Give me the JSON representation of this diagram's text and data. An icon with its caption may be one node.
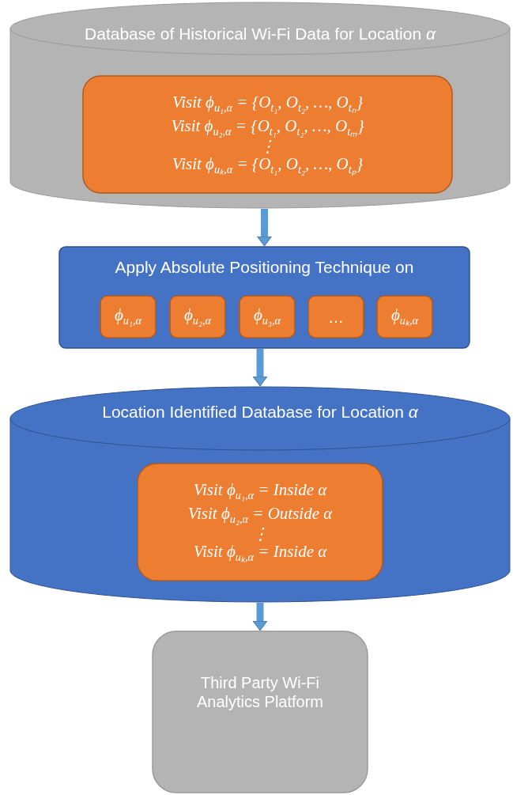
{
  "diagram": {
    "nodes": [
      {
        "text": [
          "Database of Historical Wi-Fi Data for Location *α*"
        ]
      },
      {
        "text": [
          "Visit ϕ$_{u₁,α}$ = {O$_{t₁}$, O$_{t₂}$, …, O$_{tₙ}$}",
          "Visit ϕ$_{u₂,α}$ = {O$_{t₁}$, O$_{t₂}$, …, O$_{tₘ}$}",
          "⋮",
          "Visit ϕ$_{uₖ,α}$ = {O$_{t₁}$, O$_{t₂}$, …, O$_{tₚ}$}"
        ],
        "in": 0
      },
      {
        "text": [
          "Apply Absolute Positioning Technique on"
        ]
      },
      {
        "text": [
          "ϕ$_{u₁,α}$"
        ],
        "in": 2
      },
      {
        "text": [
          "ϕ$_{u₂,α}$"
        ],
        "in": 2
      },
      {
        "text": [
          "ϕ$_{u₃,α}$"
        ],
        "in": 2
      },
      {
        "text": [
          "…"
        ],
        "in": 2
      },
      {
        "text": [
          "ϕ$_{uₖ,α}$"
        ],
        "in": 2
      },
      {
        "text": [
          "Location Identified Database for Location *α*"
        ]
      },
      {
        "text": [
          "Visit ϕ$_{u₁,α}$ = Inside α",
          "Visit ϕ$_{u₂,α}$ = Outside α",
          "⋮",
          "Visit ϕ$_{uₖ,α}$ = Inside α"
        ],
        "in": 8
      },
      {
        "text": [
          "Third Party Wi-Fi Analytics Platform"
        ]
      }
    ],
    "edges": [
      {
        "from": 0,
        "to": 2,
        "arrow": "to"
      },
      {
        "from": 2,
        "to": 8,
        "arrow": "to"
      },
      {
        "from": 8,
        "to": 10,
        "arrow": "to"
      }
    ]
  }
}
